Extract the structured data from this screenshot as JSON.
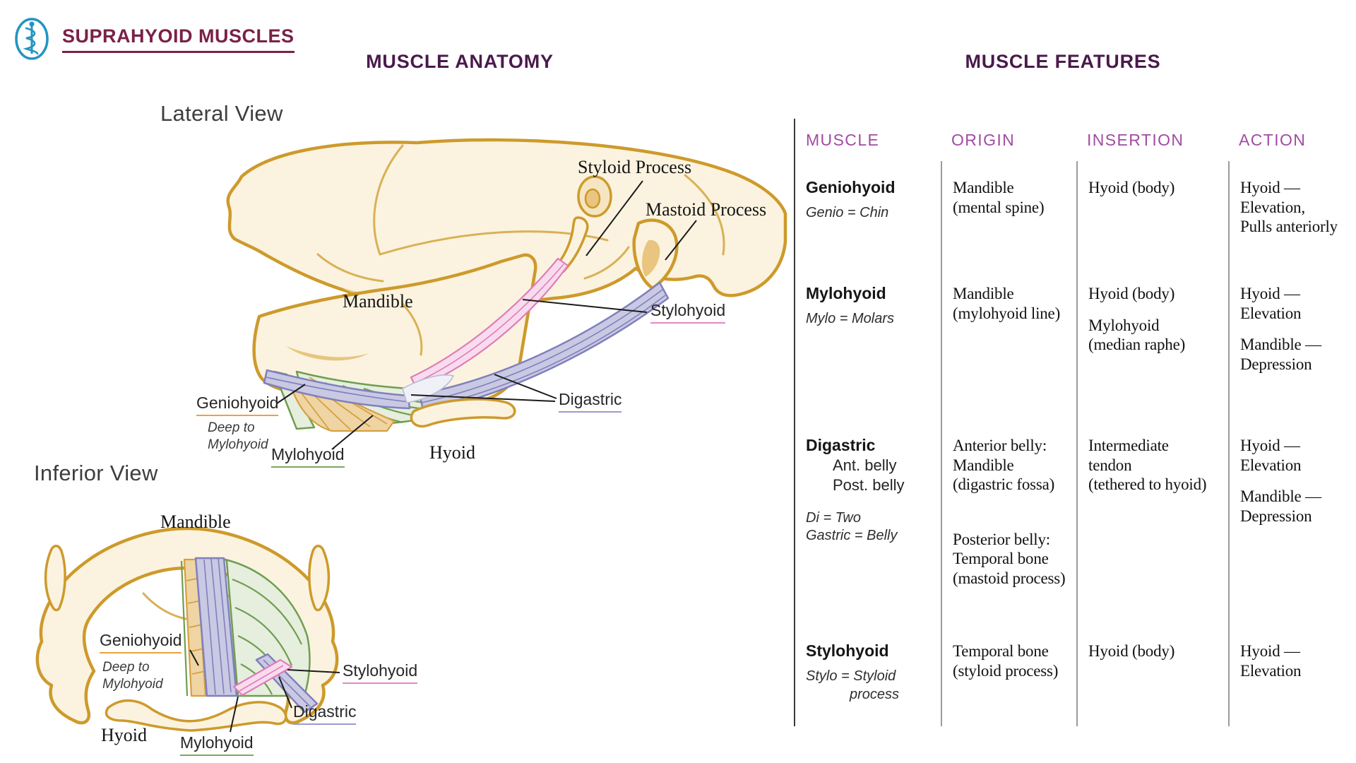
{
  "header": {
    "brand": "SUPRAHYOID MUSCLES",
    "anatomy_title": "MUSCLE ANATOMY",
    "features_title": "MUSCLE FEATURES"
  },
  "icons": {
    "logo": "asclepius-staff-icon"
  },
  "colors": {
    "brand_maroon": "#7A2147",
    "section_purple": "#4A1A4C",
    "table_header_purple": "#A14CA3",
    "logo_blue": "#2394C2",
    "bone_outline": "#CD9A2B",
    "bone_fill": "#FBF3DF",
    "digastric_purple": "#8080BC",
    "mylohyoid_green": "#6F9E50",
    "stylohyoid_pink": "#E07CBB",
    "geniohyoid_gold": "#D6A040"
  },
  "lateral": {
    "heading": "Lateral View",
    "labels": {
      "styloid_process": "Styloid Process",
      "mastoid_process": "Mastoid Process",
      "mandible": "Mandible",
      "stylohyoid": "Stylohyoid",
      "digastric": "Digastric",
      "geniohyoid": "Geniohyoid",
      "deep_note_line1": "Deep to",
      "deep_note_line2": "Mylohyoid",
      "mylohyoid": "Mylohyoid",
      "hyoid": "Hyoid"
    }
  },
  "inferior": {
    "heading": "Inferior View",
    "labels": {
      "mandible": "Mandible",
      "geniohyoid": "Geniohyoid",
      "deep_note_line1": "Deep to",
      "deep_note_line2": "Mylohyoid",
      "hyoid": "Hyoid",
      "mylohyoid": "Mylohyoid",
      "stylohyoid": "Stylohyoid",
      "digastric": "Digastric"
    }
  },
  "table": {
    "headers": [
      "MUSCLE",
      "ORIGIN",
      "INSERTION",
      "ACTION"
    ],
    "rows": [
      {
        "muscle": "Geniohyoid",
        "subparts": [],
        "etymology": [
          "Genio = Chin"
        ],
        "origin": [
          "Mandible\n(mental spine)"
        ],
        "insertion": [
          "Hyoid (body)"
        ],
        "action": [
          "Hyoid —\nElevation,\nPulls anteriorly"
        ]
      },
      {
        "muscle": "Mylohyoid",
        "subparts": [],
        "etymology": [
          "Mylo = Molars"
        ],
        "origin": [
          "Mandible\n(mylohyoid line)"
        ],
        "insertion": [
          "Hyoid (body)",
          "Mylohyoid\n(median raphe)"
        ],
        "action": [
          "Hyoid —\nElevation",
          "Mandible —\nDepression"
        ]
      },
      {
        "muscle": "Digastric",
        "subparts": [
          "Ant. belly",
          "Post. belly"
        ],
        "etymology": [
          "Di = Two",
          "Gastric = Belly"
        ],
        "origin": [
          "Anterior belly:\nMandible\n(digastric fossa)",
          "Posterior belly:\nTemporal bone\n(mastoid process)"
        ],
        "insertion": [
          "Intermediate\ntendon\n(tethered to hyoid)"
        ],
        "action": [
          "Hyoid —\nElevation",
          "Mandible —\nDepression"
        ]
      },
      {
        "muscle": "Stylohyoid",
        "subparts": [],
        "etymology": [
          "Stylo = Styloid",
          "process"
        ],
        "origin": [
          "Temporal bone\n(styloid process)"
        ],
        "insertion": [
          "Hyoid (body)"
        ],
        "action": [
          "Hyoid —\nElevation"
        ]
      }
    ]
  }
}
